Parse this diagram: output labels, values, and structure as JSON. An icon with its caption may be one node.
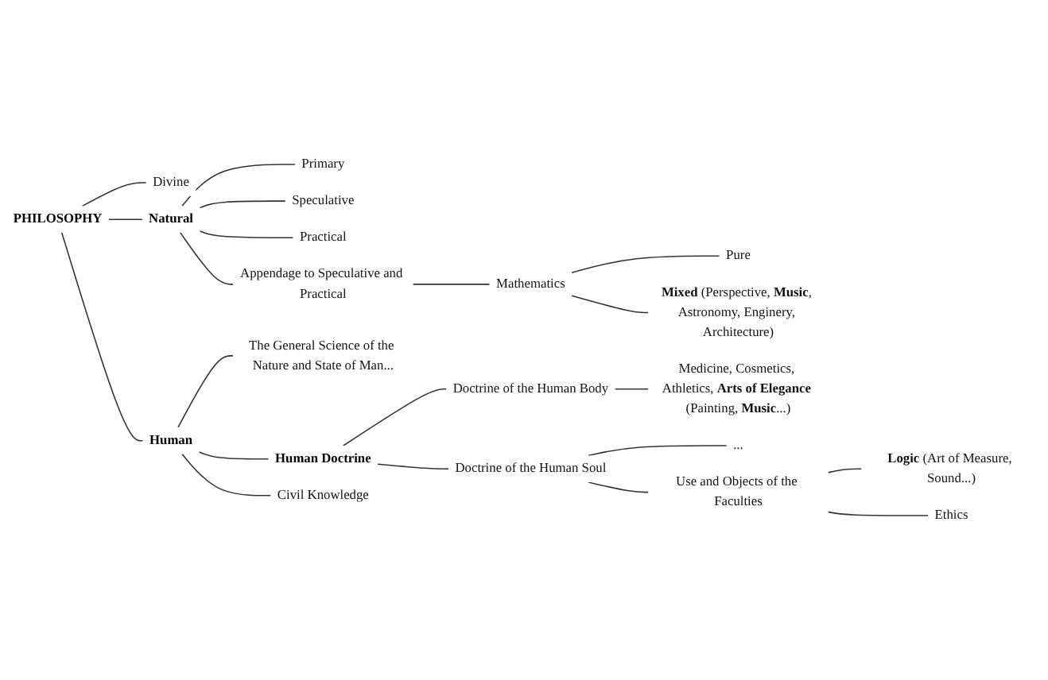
{
  "diagram": {
    "nodes": [
      {
        "text": [
          "PHILOSOPHY"
        ]
      },
      {
        "text": [
          "Divine"
        ]
      },
      {
        "text": [
          "Natural"
        ]
      },
      {
        "text": [
          "Primary"
        ]
      },
      {
        "text": [
          "Speculative"
        ]
      },
      {
        "text": [
          "Practical"
        ]
      },
      {
        "text": [
          "Appendage to Speculative and Practical"
        ]
      },
      {
        "text": [
          "Mathematics"
        ]
      },
      {
        "text": [
          "Pure"
        ]
      },
      {
        "text": [
          "**Mixed** (Perspective, **Music**, Astronomy, Enginery, Architecture)"
        ]
      },
      {
        "text": [
          "Human"
        ]
      },
      {
        "text": [
          "The General Science of the Nature and State of Man..."
        ]
      },
      {
        "text": [
          "Human Doctrine"
        ]
      },
      {
        "text": [
          "Doctrine of the Human Body"
        ]
      },
      {
        "text": [
          "Medicine, Cosmetics, Athletics, **Arts of Elegance** (Painting, **Music**...)"
        ]
      },
      {
        "text": [
          "Doctrine of the Human Soul"
        ]
      },
      {
        "text": [
          "..."
        ]
      },
      {
        "text": [
          "Use and Objects of the Faculties"
        ]
      },
      {
        "text": [
          "**Logic** (Art of Measure, Sound...)"
        ]
      },
      {
        "text": [
          "Ethics"
        ]
      },
      {
        "text": [
          "Civil Knowledge"
        ]
      }
    ],
    "edges": [
      {
        "from": 0,
        "to": 1,
        "arrow": "none"
      },
      {
        "from": 0,
        "to": 2,
        "arrow": "none"
      },
      {
        "from": 0,
        "to": 10,
        "arrow": "none"
      },
      {
        "from": 2,
        "to": 3,
        "arrow": "none"
      },
      {
        "from": 2,
        "to": 4,
        "arrow": "none"
      },
      {
        "from": 2,
        "to": 5,
        "arrow": "none"
      },
      {
        "from": 2,
        "to": 6,
        "arrow": "none"
      },
      {
        "from": 6,
        "to": 7,
        "arrow": "none"
      },
      {
        "from": 7,
        "to": 8,
        "arrow": "none"
      },
      {
        "from": 7,
        "to": 9,
        "arrow": "none"
      },
      {
        "from": 10,
        "to": 11,
        "arrow": "none"
      },
      {
        "from": 10,
        "to": 12,
        "arrow": "none"
      },
      {
        "from": 10,
        "to": 20,
        "arrow": "none"
      },
      {
        "from": 12,
        "to": 13,
        "arrow": "none"
      },
      {
        "from": 12,
        "to": 15,
        "arrow": "none"
      },
      {
        "from": 13,
        "to": 14,
        "arrow": "none"
      },
      {
        "from": 15,
        "to": 16,
        "arrow": "none"
      },
      {
        "from": 15,
        "to": 17,
        "arrow": "none"
      },
      {
        "from": 17,
        "to": 18,
        "arrow": "none"
      },
      {
        "from": 17,
        "to": 19,
        "arrow": "none"
      }
    ]
  }
}
